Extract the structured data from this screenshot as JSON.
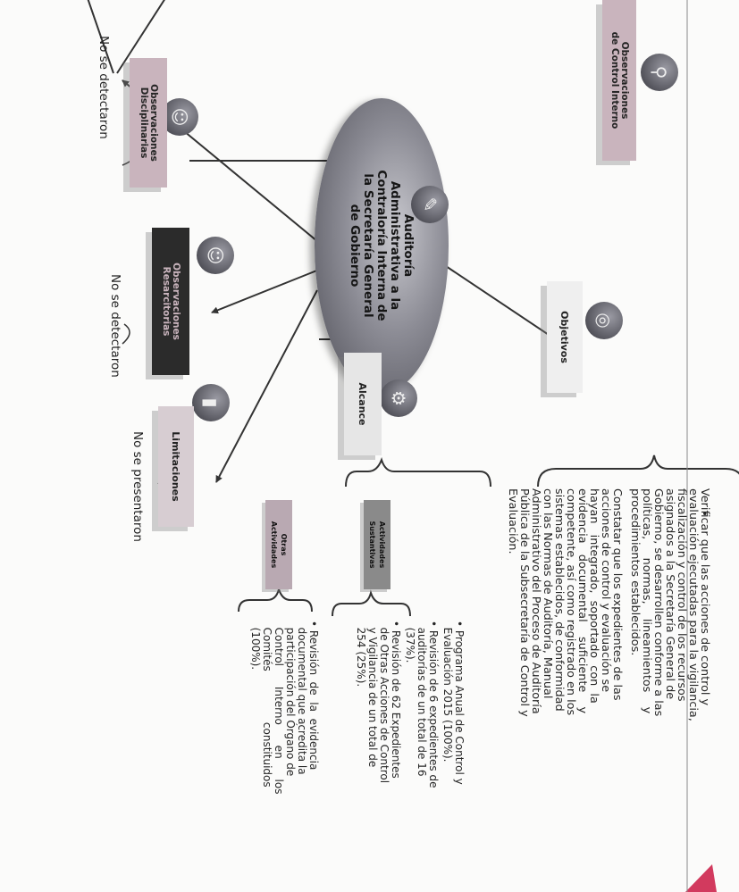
{
  "diagram": {
    "center_title": "Auditoría\nAdministrativa a la\nContraloría Interna de\nla Secretaría General\nde Gobierno",
    "nodes": {
      "control_interno": "Observaciones\nde Control Interno",
      "objetivos": "Objetivos",
      "disciplinarias": "Observaciones\nDisciplinarias",
      "resarcitorias": "Observaciones\nResarcitorias",
      "alcance": "Alcance",
      "limitaciones": "Limitaciones",
      "actividades_sustantivas": "Actividades\nSustantivas",
      "otras_actividades": "Otras\nActividades"
    },
    "notes": {
      "disciplinarias": "No se detectaron",
      "resarcitorias": "No se detectaron",
      "limitaciones": "No se presentaron"
    },
    "objetivos_text": {
      "bullet": "•",
      "item1": "Verificar que las acciones de control y\nevaluación ejecutadas para la vigilancia,\nfiscalización y control de los recursos\nasignados a la Secretaría General de\nGobierno, se desarrollen conforme a las\npolíticas,     normas,    lineamientos    y\nprocedimientos establecidos.",
      "item2": "Constatar que los expedientes de las\nacciones de control y evaluación se\nhayan   integrado,  soportado  con  la\nevidencia   documental    suficiente    y\ncompetente, así como registrado en los\nsistemas establecidos, de conformidad\ncon las Normas de Auditoría, Manual\nAdministrativo del Proceso de Auditoría\nPública de la Subsecretaría de Control y\nEvaluación."
    },
    "alcance_text": {
      "sustantivas_1": "• Programa Anual de Control y\n  Evaluación 2015 (100%).",
      "sustantivas_2": "• Revisión de 6 expedientes de\n  auditorías de un total de 16\n  (37%).",
      "sustantivas_3": "• Revisión de 62 Expedientes\n  de Otras Acciones de Control\n  y Vigilancia de un total de\n  254 (25%).",
      "otras_1": "• Revisión  de  la  evidencia\n  documental que acredita la\n  participación del Órgano de\n  Control      Interno      en      los\n  Comités               constituidos\n  (100%)."
    },
    "icons": {
      "control_interno": "org-chart-icon",
      "objetivos": "target-icon",
      "center": "pen-paper-icon",
      "disciplinarias": "people-icon",
      "resarcitorias": "money-people-icon",
      "alcance": "gears-icon",
      "limitaciones": "traffic-light-icon"
    },
    "colors": {
      "center": "#8c8c95",
      "observaciones_pink": "#c9b4bd",
      "observaciones_dark": "#2b2b2b",
      "light_box": "#e6e6e6",
      "sustantivas": "#8a8a8a",
      "otras": "#b9a9b2",
      "accent_triangle": "#d23a5e"
    }
  }
}
